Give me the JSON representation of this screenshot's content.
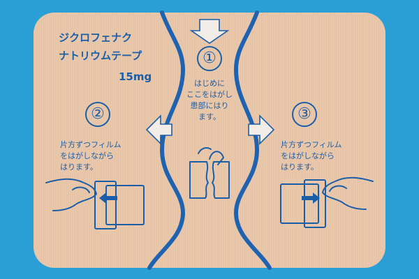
{
  "product": {
    "name_line1": "ジクロフェナク",
    "name_line2": "ナトリウムテープ",
    "dose": "15mg"
  },
  "steps": [
    {
      "number": "①",
      "lines": [
        "はじめに",
        "ここをはがし",
        "患部にはり",
        "ます。"
      ]
    },
    {
      "number": "②",
      "lines": [
        "片方ずつフィルム",
        "をはがしながら",
        "はります。"
      ]
    },
    {
      "number": "③",
      "lines": [
        "片方ずつフィルム",
        "をはがしながら",
        "はります。"
      ]
    }
  ],
  "colors": {
    "background": "#2a9fd6",
    "patch": "#e8c4a6",
    "ink": "#1a5ea8",
    "liner_edge": "#1f63b0"
  },
  "icons": [
    "down-arrow-icon",
    "left-arrow-icon",
    "right-arrow-icon",
    "peel-tab-icon",
    "hand-peel-left-icon",
    "hand-peel-right-icon"
  ]
}
